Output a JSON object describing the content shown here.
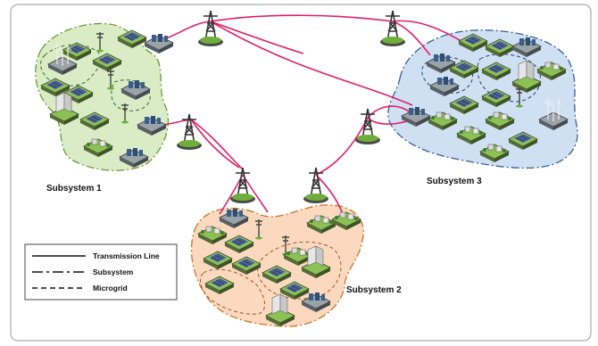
{
  "subsystems": [
    {
      "id": "s1",
      "label": "Subsystem 1",
      "fill": "#d9ecc6",
      "stroke": "#6a9a3a"
    },
    {
      "id": "s2",
      "label": "Subsystem 2",
      "fill": "#fbd9bf",
      "stroke": "#c8732a"
    },
    {
      "id": "s3",
      "label": "Subsystem 3",
      "fill": "#cfe0f3",
      "stroke": "#3b5f95"
    }
  ],
  "legend": {
    "transmission_line": "Transmission Line",
    "subsystem": "Subsystem",
    "microgrid": "Microgrid"
  },
  "colors": {
    "transmission": "#e0206e",
    "frame": "#9a9a9a",
    "tower": "#333333",
    "pad_green": "#8cc153",
    "pad_grey": "#9aa3a8",
    "panel": "#3a4f7a"
  },
  "icons": [
    "transmission-tower-icon",
    "substation-icon",
    "wind-farm-icon",
    "solar-farm-icon",
    "house-icon",
    "factory-building-icon",
    "utility-pole-icon"
  ]
}
